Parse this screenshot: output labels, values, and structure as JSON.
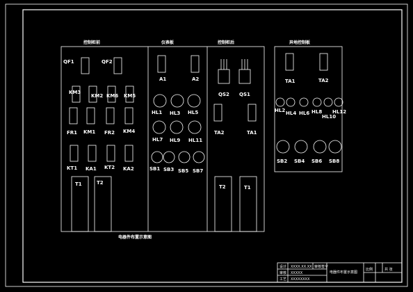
{
  "sections": {
    "left": "控制柜前",
    "instrument": "仪表板",
    "back": "控制柜后",
    "remote": "异地控制板"
  },
  "labels": {
    "qf1": "QF1",
    "qf2": "QF2",
    "km3": "KM3",
    "km2": "KM2",
    "km6": "KM6",
    "km5": "KM5",
    "fr1": "FR1",
    "km1": "KM1",
    "fr2": "FR2",
    "km4": "KM4",
    "kt1": "KT1",
    "ka1": "KA1",
    "kt2": "KT2",
    "ka2": "KA2",
    "t1_left": "T1",
    "t2_left": "T2",
    "a1": "A1",
    "a2": "A2",
    "hl1": "HL1",
    "hl3": "HL3",
    "hl5": "HL5",
    "hl7": "HL7",
    "hl9": "HL9",
    "hl11": "HL11",
    "sb1": "SB1",
    "sb3": "SB3",
    "sb5": "SB5",
    "sb7": "SB7",
    "qs2": "QS2",
    "qs1": "QS1",
    "ta2_back": "TA2",
    "ta1_back": "TA1",
    "t2_back": "T2",
    "t1_back": "T1",
    "ta1_remote": "TA1",
    "ta2_remote": "TA2",
    "hl2": "HL2",
    "hl4": "HL4",
    "hl6": "HL6",
    "hl8": "HL8",
    "hl10": "HL10",
    "hl12": "HL12",
    "sb2": "SB2",
    "sb4": "SB4",
    "sb6": "SB6",
    "sb8": "SB8"
  },
  "caption": "电器件布置示意图",
  "title_block": {
    "row1_left": "设计",
    "row1_mid": "XXXX.XX.XX",
    "row1_name": "审核签字",
    "row2_left": "审核",
    "row2_mid": "XXXXX",
    "row3_left": "工艺",
    "row3_mid": "XXXXXXXX",
    "drawing_title": "电器件布置示意图",
    "scale_label": "比例",
    "sheet_label": "共 张"
  }
}
